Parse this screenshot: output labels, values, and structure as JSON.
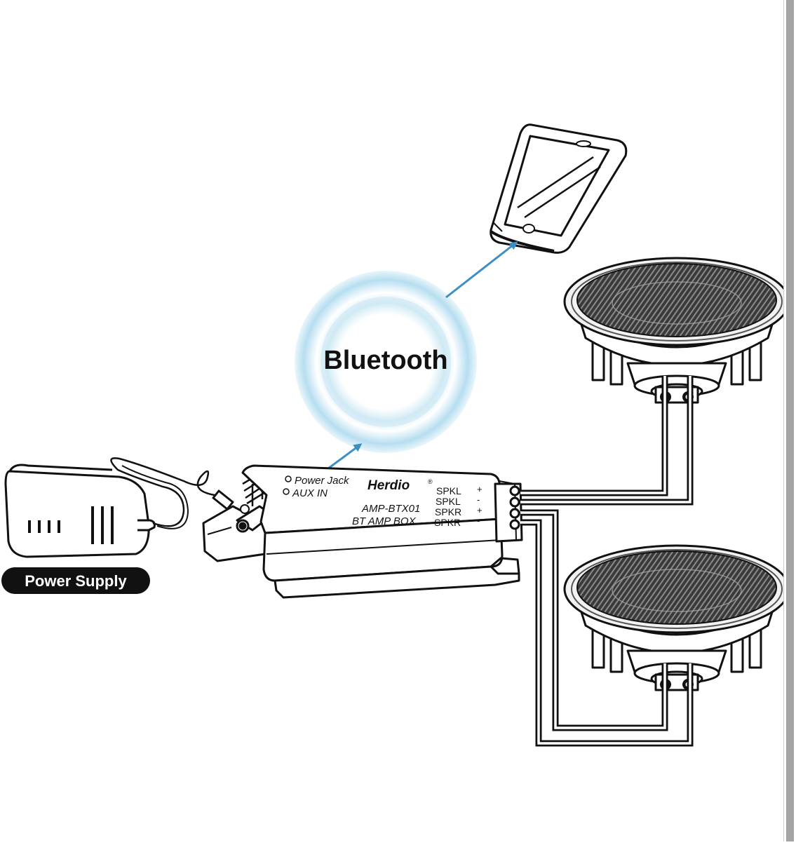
{
  "bluetooth": {
    "label": "Bluetooth"
  },
  "power_supply": {
    "label": "Power Supply"
  },
  "amp": {
    "brand": "Herdio",
    "brand_mark": "®",
    "power_jack_label": "Power Jack",
    "aux_in_label": "AUX IN",
    "model": "AMP-BTX01",
    "product_name": "BT AMP BOX",
    "terminals": [
      {
        "name": "SPKL",
        "sign": "+"
      },
      {
        "name": "SPKL",
        "sign": "-"
      },
      {
        "name": "SPKR",
        "sign": "+"
      },
      {
        "name": "SPKR",
        "sign": "-"
      }
    ]
  },
  "colors": {
    "line": "#111111",
    "arrow": "#3a8fc4",
    "glow": "#bfe3f2",
    "badge_bg": "#111111",
    "badge_text": "#ffffff"
  }
}
